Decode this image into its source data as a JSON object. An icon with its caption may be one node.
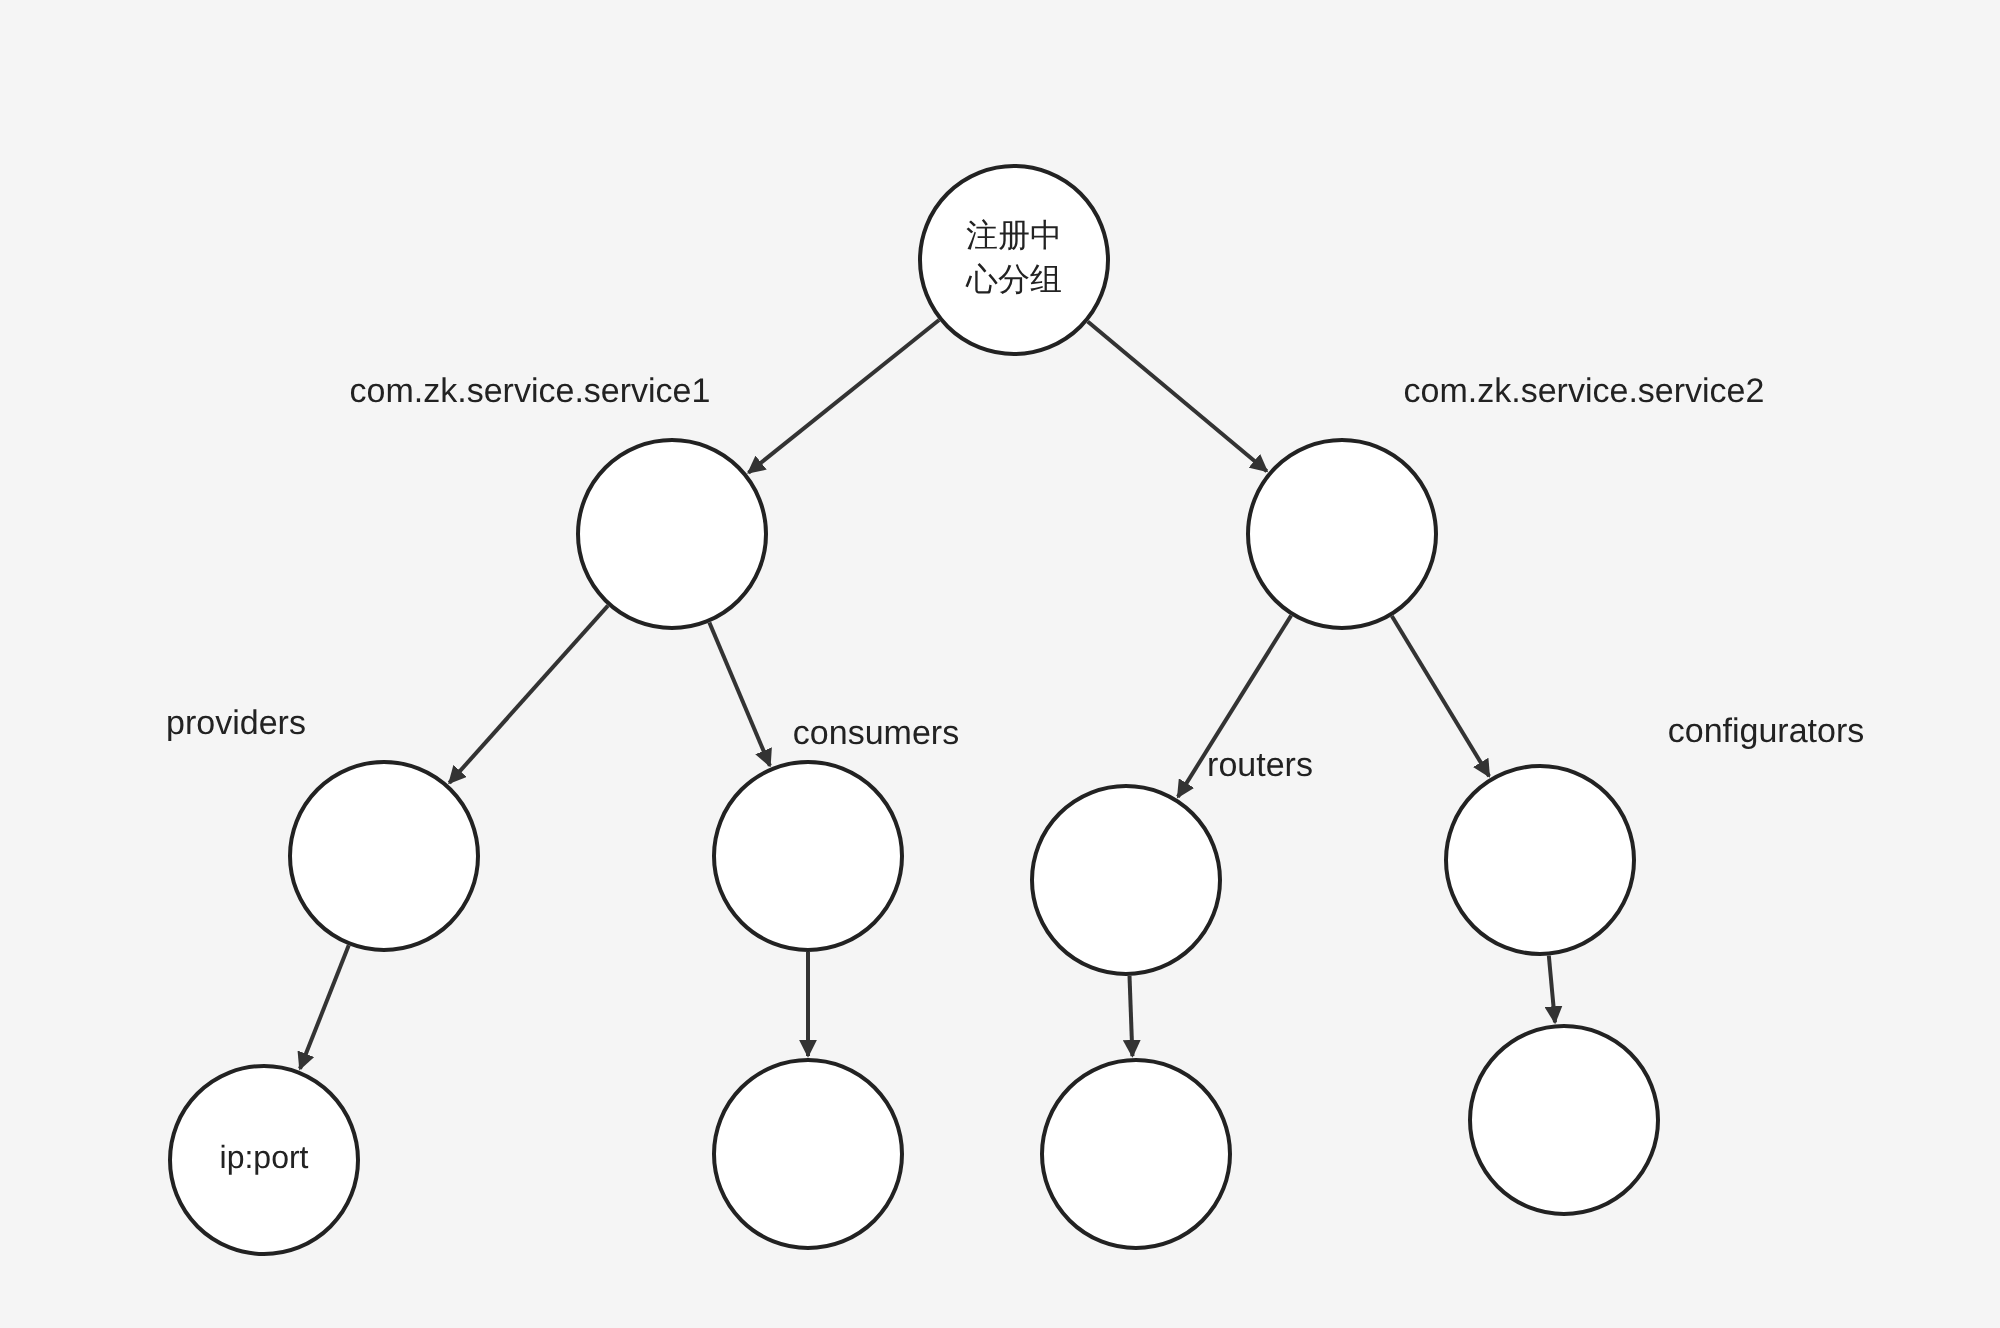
{
  "diagram": {
    "nodes": [
      {
        "text": [
          "注册中心分组"
        ]
      },
      {
        "text": [],
        "shape": "circle",
        "beside": [
          "com.zk.service.service1"
        ]
      },
      {
        "text": [],
        "shape": "circle",
        "beside": [
          "com.zk.service.service2"
        ]
      },
      {
        "text": [],
        "shape": "circle",
        "beside": [
          "providers"
        ]
      },
      {
        "text": [],
        "shape": "circle",
        "beside": [
          "consumers"
        ]
      },
      {
        "text": [],
        "shape": "circle",
        "beside": [
          "routers"
        ]
      },
      {
        "text": [],
        "shape": "circle",
        "beside": [
          "configurators"
        ]
      },
      {
        "text": [
          "ip:port"
        ]
      },
      {
        "text": [],
        "shape": "circle"
      },
      {
        "text": [],
        "shape": "circle"
      },
      {
        "text": [],
        "shape": "circle"
      }
    ],
    "edges": [
      {
        "from": 0,
        "to": 1,
        "arrow": "to"
      },
      {
        "from": 0,
        "to": 2,
        "arrow": "to"
      },
      {
        "from": 1,
        "to": 3,
        "arrow": "to"
      },
      {
        "from": 1,
        "to": 4,
        "arrow": "to"
      },
      {
        "from": 2,
        "to": 5,
        "arrow": "to"
      },
      {
        "from": 2,
        "to": 6,
        "arrow": "to"
      },
      {
        "from": 3,
        "to": 7,
        "arrow": "to"
      },
      {
        "from": 4,
        "to": 8,
        "arrow": "to"
      },
      {
        "from": 5,
        "to": 9,
        "arrow": "to"
      },
      {
        "from": 6,
        "to": 10,
        "arrow": "to"
      }
    ]
  }
}
